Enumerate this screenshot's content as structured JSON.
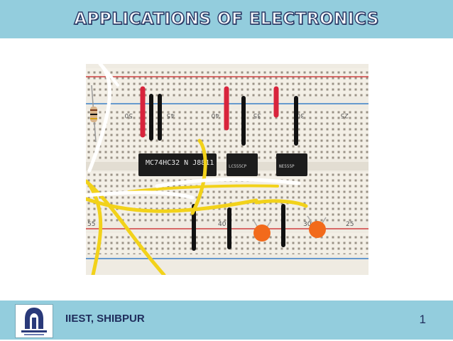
{
  "slide": {
    "title": "APPLICATIONS OF ELECTRONICS",
    "footer_org": "IIEST, SHIBPUR",
    "page_number": "1"
  },
  "photo": {
    "chips": [
      "MC74HC32 N J8811",
      "LC555CP",
      "NE555P"
    ],
    "column_numbers": [
      "50",
      "45",
      "40",
      "35",
      "30",
      "25",
      "55",
      "40",
      "30",
      "25"
    ]
  },
  "colors": {
    "header_bg": "#93cddd",
    "title_fill": "#f5f7fb",
    "title_outline": "#2a3a66",
    "footer_text": "#1f2d5c"
  }
}
